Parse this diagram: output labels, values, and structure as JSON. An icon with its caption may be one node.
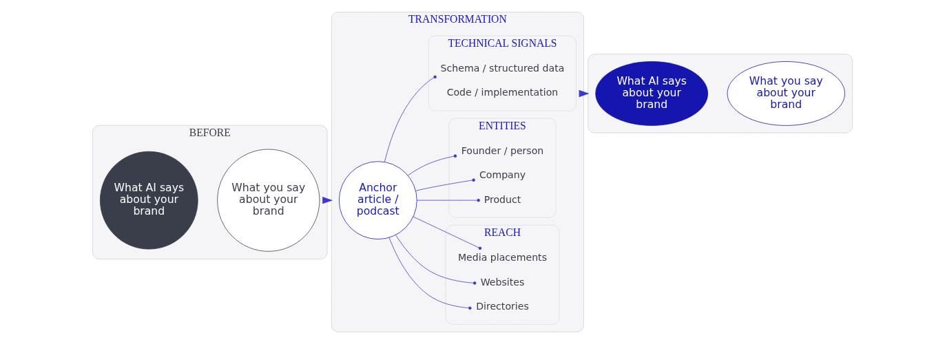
{
  "diagram": {
    "nodes": [
      {
        "text": [
          "BEFORE"
        ]
      },
      {
        "text": [
          "What AI says about your brand"
        ],
        "in": 0
      },
      {
        "text": [
          "What you say about your brand"
        ],
        "in": 0
      },
      {
        "text": [
          "TRANSFORMATION"
        ]
      },
      {
        "text": [
          "Anchor article / podcast"
        ],
        "in": 3
      },
      {
        "text": [
          "REACH"
        ],
        "in": 3
      },
      {
        "text": [
          "Media placements"
        ],
        "in": 5
      },
      {
        "text": [
          "Websites"
        ],
        "in": 5
      },
      {
        "text": [
          "Directories"
        ],
        "in": 5
      },
      {
        "text": [
          "ENTITIES"
        ],
        "in": 3
      },
      {
        "text": [
          "Founder / person"
        ],
        "in": 9
      },
      {
        "text": [
          "Company"
        ],
        "in": 9
      },
      {
        "text": [
          "Product"
        ],
        "in": 9
      },
      {
        "text": [
          "TECHNICAL SIGNALS"
        ],
        "in": 3
      },
      {
        "text": [
          "Schema / structured data"
        ],
        "in": 13
      },
      {
        "text": [
          "Code / implementation"
        ],
        "in": 13
      },
      {
        "text": [],
        "shape": "box"
      },
      {
        "text": [
          "What AI says about your brand"
        ],
        "in": 16
      },
      {
        "text": [
          "What you say about your brand"
        ],
        "in": 16
      }
    ],
    "edges": [
      {
        "from": 0,
        "to": 3,
        "arrow": "to"
      },
      {
        "from": 3,
        "to": 16,
        "arrow": "to"
      },
      {
        "from": 4,
        "to": 6,
        "arrow": "other"
      },
      {
        "from": 4,
        "to": 7,
        "arrow": "other"
      },
      {
        "from": 4,
        "to": 8,
        "arrow": "other"
      },
      {
        "from": 4,
        "to": 10,
        "arrow": "other"
      },
      {
        "from": 4,
        "to": 11,
        "arrow": "other"
      },
      {
        "from": 4,
        "to": 12,
        "arrow": "other"
      },
      {
        "from": 4,
        "to": 14,
        "arrow": "other"
      }
    ]
  }
}
